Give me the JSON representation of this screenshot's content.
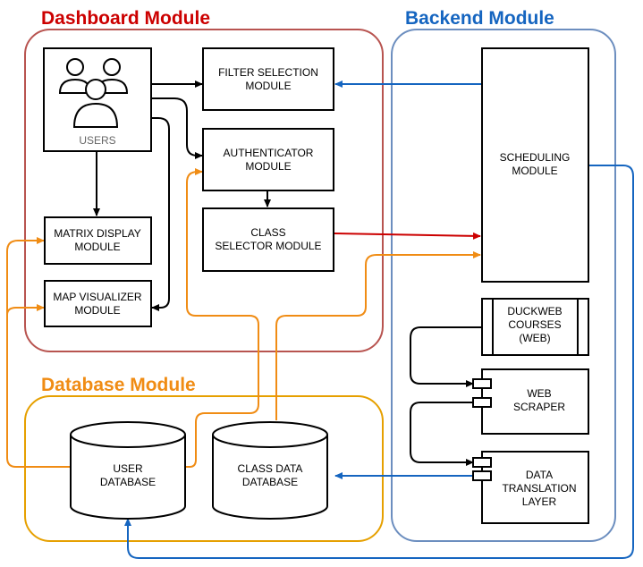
{
  "colors": {
    "dashboard": "#cc0000",
    "backend": "#1565c0",
    "database": "#f08c14",
    "dashboard_border": "#b85450",
    "backend_border": "#6c8ebf",
    "database_border": "#e6a000"
  },
  "groups": {
    "dashboard": "Dashboard Module",
    "backend": "Backend Module",
    "database": "Database Module"
  },
  "nodes": {
    "users": "USERS",
    "filter": [
      "FILTER SELECTION",
      "MODULE"
    ],
    "auth": [
      "AUTHENTICATOR",
      "MODULE"
    ],
    "class_selector": [
      "CLASS",
      "SELECTOR MODULE"
    ],
    "matrix": [
      "MATRIX DISPLAY",
      "MODULE"
    ],
    "map": [
      "MAP VISUALIZER",
      "MODULE"
    ],
    "scheduling": [
      "SCHEDULING",
      "MODULE"
    ],
    "duckweb": [
      "DUCKWEB",
      "COURSES",
      "(WEB)"
    ],
    "scraper": [
      "WEB",
      "SCRAPER"
    ],
    "translation": [
      "DATA",
      "TRANSLATION",
      "LAYER"
    ],
    "user_db": [
      "USER",
      "DATABASE"
    ],
    "class_db": [
      "CLASS DATA",
      "DATABASE"
    ]
  }
}
